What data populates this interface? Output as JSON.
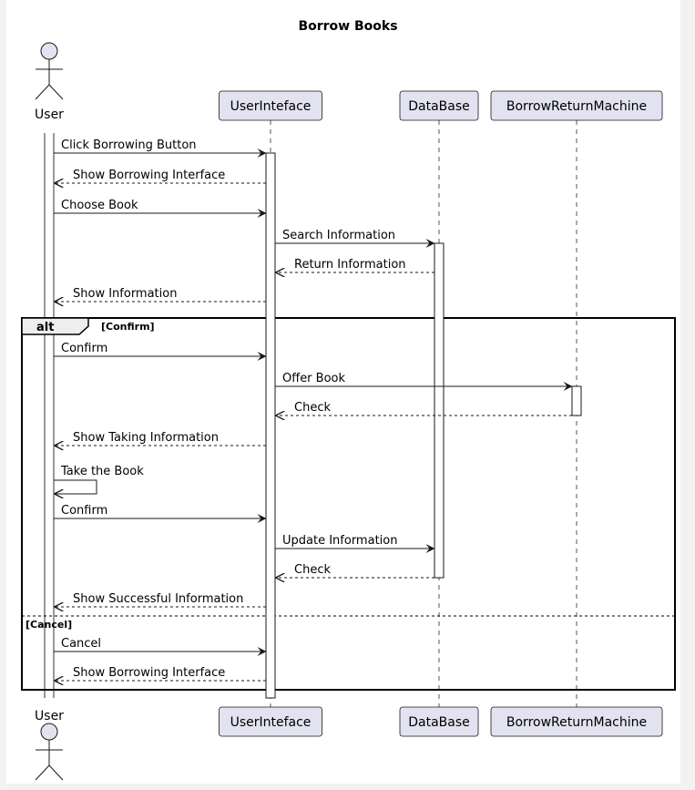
{
  "title": "Borrow Books",
  "participants": [
    {
      "id": "user",
      "label": "User",
      "kind": "actor"
    },
    {
      "id": "ui",
      "label": "UserInteface",
      "kind": "participant"
    },
    {
      "id": "db",
      "label": "DataBase",
      "kind": "participant"
    },
    {
      "id": "brm",
      "label": "BorrowReturnMachine",
      "kind": "participant"
    }
  ],
  "messages": [
    {
      "from": "user",
      "to": "ui",
      "label": "Click Borrowing Button",
      "style": "solid"
    },
    {
      "from": "ui",
      "to": "user",
      "label": "Show Borrowing Interface",
      "style": "dashed"
    },
    {
      "from": "user",
      "to": "ui",
      "label": "Choose Book",
      "style": "solid"
    },
    {
      "from": "ui",
      "to": "db",
      "label": "Search Information",
      "style": "solid"
    },
    {
      "from": "db",
      "to": "ui",
      "label": "Return Information",
      "style": "dashed"
    },
    {
      "from": "ui",
      "to": "user",
      "label": "Show Information",
      "style": "dashed"
    },
    {
      "from": "user",
      "to": "ui",
      "label": "Confirm",
      "style": "solid"
    },
    {
      "from": "ui",
      "to": "brm",
      "label": "Offer Book",
      "style": "solid"
    },
    {
      "from": "brm",
      "to": "ui",
      "label": "Check",
      "style": "dashed"
    },
    {
      "from": "ui",
      "to": "user",
      "label": "Show Taking Information",
      "style": "dashed"
    },
    {
      "from": "user",
      "to": "user",
      "label": "Take the Book",
      "style": "solid"
    },
    {
      "from": "user",
      "to": "ui",
      "label": "Confirm",
      "style": "solid"
    },
    {
      "from": "ui",
      "to": "db",
      "label": "Update Information",
      "style": "solid"
    },
    {
      "from": "db",
      "to": "ui",
      "label": "Check",
      "style": "dashed"
    },
    {
      "from": "ui",
      "to": "user",
      "label": "Show Successful Information",
      "style": "dashed"
    },
    {
      "from": "user",
      "to": "ui",
      "label": "Cancel",
      "style": "solid"
    },
    {
      "from": "ui",
      "to": "user",
      "label": "Show Borrowing Interface",
      "style": "dashed"
    }
  ],
  "alt": {
    "keyword": "alt",
    "guard_main": "[Confirm]",
    "guard_else": "[Cancel]"
  },
  "colors": {
    "participant_fill": "#e2e2f0",
    "participant_stroke": "#181818",
    "lifeline": "#555555",
    "activation_fill": "#ffffff",
    "frame_label_fill": "#eeeeee"
  }
}
